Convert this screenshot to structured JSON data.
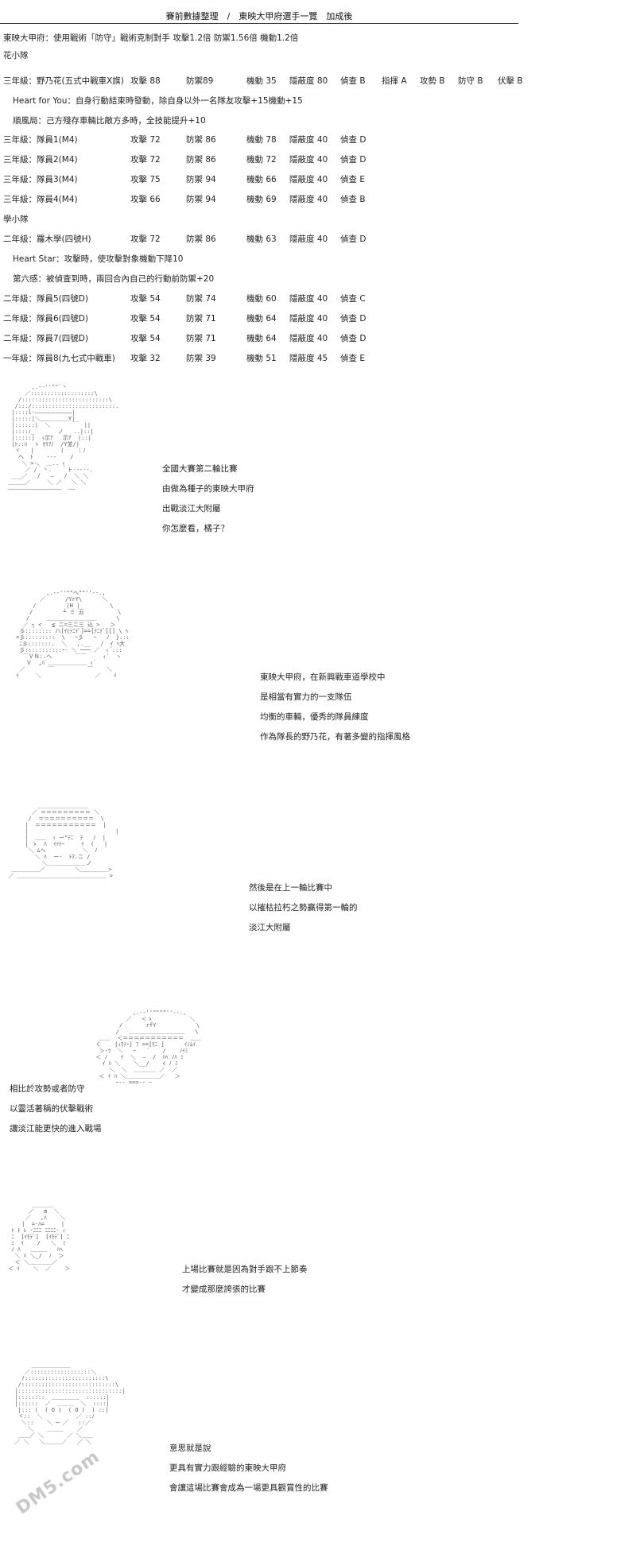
{
  "header": {
    "title": "賽前數據整理　/　東映大甲府選手一覽　加成後"
  },
  "intro": "東映大甲府：使用戰術「防守」戰術克制對手 攻擊1.2倍 防禦1.56倍 機動1.2倍",
  "team_a": {
    "name": "花小隊",
    "leader": {
      "c": [
        "三年級：野乃花(五式中戰車X旗)",
        "攻擊 88",
        "防禦89",
        "機動 35",
        "隱蔽度 80",
        "偵查 B",
        "指揮 A",
        "攻勢 B",
        "防守 B",
        "伏擊 B"
      ],
      "skills": [
        "Heart for You：自身行動結束時發動，除自身以外一名隊友攻擊+15機動+15",
        "順風局：己方殘存車輛比敵方多時，全技能提升+10"
      ]
    },
    "members": [
      [
        "三年級：隊員1(M4)",
        "攻擊 72",
        "防禦 86",
        "機動 78",
        "隱蔽度 40",
        "偵查 D"
      ],
      [
        "三年級：隊員2(M4)",
        "攻擊 72",
        "防禦 86",
        "機動 72",
        "隱蔽度 40",
        "偵查 D"
      ],
      [
        "三年級：隊員3(M4)",
        "攻擊 75",
        "防禦 94",
        "機動 66",
        "隱蔽度 40",
        "偵查 E"
      ],
      [
        "三年級：隊員4(M4)",
        "攻擊 66",
        "防禦 94",
        "機動 69",
        "隱蔽度 40",
        "偵查 B"
      ]
    ]
  },
  "team_b": {
    "name": "學小隊",
    "leader": {
      "c": [
        "二年級：羅木學(四號H)",
        "攻擊 72",
        "防禦 86",
        "機動 63",
        "隱蔽度 40",
        "偵查 D"
      ],
      "skills": [
        "Heart Star：攻擊時，使攻擊對象機動下降10",
        "第六感：被偵查到時，兩回合內自己的行動前防禦+20"
      ]
    },
    "members": [
      [
        "二年級：隊員5(四號D)",
        "攻擊 54",
        "防禦 74",
        "機動 60",
        "隱蔽度 40",
        "偵查 C"
      ],
      [
        "二年級：隊員6(四號D)",
        "攻擊 54",
        "防禦 71",
        "機動 64",
        "隱蔽度 40",
        "偵查 D"
      ],
      [
        "二年級：隊員7(四號D)",
        "攻擊 54",
        "防禦 71",
        "機動 64",
        "隱蔽度 40",
        "偵查 D"
      ],
      [
        "一年級：隊員8(九七式中戰車)",
        "攻擊 32",
        "防禦 39",
        "機動 51",
        "隱蔽度 45",
        "偵查 E"
      ]
    ]
  },
  "narration": [
    [
      "全國大賽第二輪比賽",
      "由做為種子的東映大甲府",
      "出戰淡江大附屬",
      "你怎麼看，橘子？"
    ],
    [
      "東映大甲府，在新興戰車道學校中",
      "是相當有實力的一支隊伍",
      "均衡的車輛，優秀的隊員練度",
      "作為隊長的野乃花，有著多變的指揮風格"
    ],
    [
      "然後是在上一輪比賽中",
      "以摧枯拉朽之勢贏得第一輪的",
      "淡江大附屬"
    ],
    [
      "相比於攻勢或者防守",
      "以靈活著稱的伏擊戰術",
      "讓淡江能更快的進入戰場"
    ],
    [
      "上場比賽就是因為對手跟不上節奏",
      "才變成那麼誇張的比賽"
    ],
    [
      "意思就是說",
      "更具有實力跟經驗的東映大甲府",
      "會讓這場比賽會成為一場更具觀賞性的比賽"
    ]
  ],
  "ascii_art": [
    "        ,.-‐''\"\"`丶\n      ／:::::::::::::::::::\\\n    /::::::::::::::::::::::::::\\\n   /:::/:::::::::::::::::::::::::.\n  |::::l-―――――――――――|\n  |:::::|＼＿＿＿＿＿Y|_\n  |::::::|  ＼          ||\n  |::::ﾉ_       ノ   ..|::|\n  |:::::|  ｨ示ｱ   示ｱ  |::|\n  |ﾄ::ﾊ  ゝ ｾﾘｱﾉ  /Y並/|\n   ヾ   |        (    ｜ﾉ\n    ヘ  ﾄ    ‐--    /\n     ＼ >-､  ＿.. ｨ\n      ／ /｀丶.   ｀ト-----.\n  ___／   /   ―   /  ＼ ＼\n ＿＿＿／     ＼ ／   ＼ ＼\n ――――――――――――――――  ――",
    "          ,.-‐''\"\"ヘ\"\"''‐-.,\n        ／      /YrY\\      ＼\n      /         |H |         \\\n     /         ┴ ミ 云          \\\n    /     ＿＿＿＿＿＿＿＿＿      \\\n   ／ ┐ <   ≦ ニ=三ニ三 込 >   ＞\n  彡:::::::: ハ[ｲﾋﾃﾆﾃﾞ]==[ﾃﾆﾃﾞ][] \\ ﾍ\n =彡:::::::::  \\   ｰ彡   ｰ   ﾉ  }:::\n  ﾆ彡:::::::.  ＼   ,.__   /  ｲ ﾍ大\n  彡:::::::::::ｰ- ＼ ─── ／  ｨ´:::\n   ￣ＶＮ:.ヘ       ￣￣     ｨ´  ヽ\n    Ｖ  ,ﾊ ＿＿＿＿＿＿＿ ｨ´\n  ／       ￣          ￣    ＼\n ｲ     ＼                ／    ｲ",
    "          ＿＿＿＿＿＿＿＿＿\n        ／ ＝＝＝＝＝＝＝＝＝ ＼\n       /  ＝＝＝＝＝＝＝＝＝＝  \\\n      |  ＝＝＝＝＝＝＝＝＝＝＝  |\n      |                          |\n      |  ＿＿  ｨ ー\"ﾃﾆ  ﾃ   ﾉ  |\n      | ゝ  ﾊ  ｲﾃﾃｰ     ｲ  (   |\n       ＼ ﾑヘ           ＼  ﾉ\n         ＼ ﾊ  ー‐  ﾄﾏ.ニ /\n           ＼＿＿＿＿＿＿＿ノ\n  ＿＿＿＿＿／         ＼＿＿＿＿＿>\n ／ ＿＿＿＿＿＿＿＿＿＿＿＿＿＿＿＿ >",
    "             ,.-‐''\"\"\"\"''‐-.,\n           ／   ＜ゝ           ＼\n         /       rfY            \\\n        /   ＿＿＿＿＿＿＿＿＿＿   \\\n   ＿＿  ＜＝＝＝＝＝＝＝＝＝＝＝  ＿＿\n  く    [ｨﾓﾃｰ] ﾌ ==[ﾓﾆ ]      ｲﾉﾑｲ\n   ＞-ﾂ  ＼   ｰ   ´    /    ﾉｲﾐ\n  ＜ ﾉ    ｲ  ＼  ―  /  ﾊﾍ ﾉﾊ ﾐ\n    ｲ ﾊ ＼    ＼__/    ｲ ﾉ ﾐ\n      ＼  ＼  ＿＿＿＿ ／  ／\n   ＜ ｲ ﾊ ＼＿＿＿＿＿＿／   ＞\n        ｰ-- ===-- ｰ",
    "        ＿＿＿＿\n       ／   m  ＼\n      ／   ,ﾊ    ＼\n     |  =-ﾊ=     |\n  ﾄ ﾄ ﾚ -ﾆﾆﾆ ﾆﾆﾆﾆ- ｨ\n  ﾆ  [ｲﾓﾃﾞ]  [ｲﾓﾃﾞ] ﾆ\n  ﾐ  ｲ    /   ＼  ﾐ\n  ﾉ ﾊ   ＿＿＿   ﾊﾍ\n   ＼ ﾊ ＼_/  ﾉ  ＞\n   ＜ ＼＿＿＿＿／\n ＜ ｲ    ＼  ／    ＞",
    "       ＿＿＿＿＿＿＿\n     ／::::::::::::::::::＼\n    /::::::::::::::::::::::::\\\n   /::::::::::::::::::::::::::::\\\n  |:::::::::::::::::::::::::::::::|\n  |::::::::  ＿＿＿＿＿  ::::::|\n  |::::::  ／  ＿＿＿  ＼  ::::|\n   |::: (  ( O )  ( O )  ) ::|\n   ヾ::  ＼          ／ ::ﾉ\n    ＼::    ＼ ─ ／   ::／\n      ＼    ＿＿＿    ／\n   ＿＿／ ＼       ／ ＼＿＿\n  ／ ＼   ＼＿＿＿／   ／ ＼"
  ],
  "watermark": "DM5.com"
}
